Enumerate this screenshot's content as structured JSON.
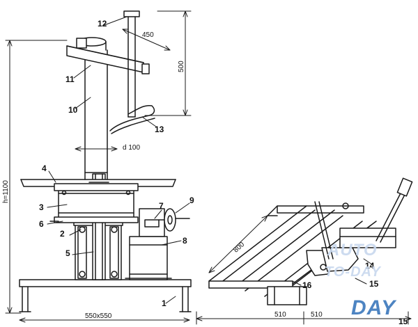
{
  "callouts": {
    "c1": "1",
    "c2": "2",
    "c3": "3",
    "c4": "4",
    "c5": "5",
    "c6": "6",
    "c7": "7",
    "c8": "8",
    "c9": "9",
    "c10": "10",
    "c11": "11",
    "c12": "12",
    "c13": "13",
    "c14": "14",
    "c15a": "15",
    "c15b": "15",
    "c16": "16"
  },
  "dimensions": {
    "height": "h=1100",
    "base": "550x550",
    "arm_length": "450",
    "arm_height": "500",
    "diameter": "d 100",
    "frame_length": "800",
    "width_1": "510",
    "width_2": "510"
  },
  "watermark": {
    "line1": "AUTO",
    "line2": "TO-DAY",
    "line3": "DAY"
  },
  "colors": {
    "line": "#1a1a1a",
    "fill": "#ffffff",
    "watermark": "#2f6fb8"
  }
}
